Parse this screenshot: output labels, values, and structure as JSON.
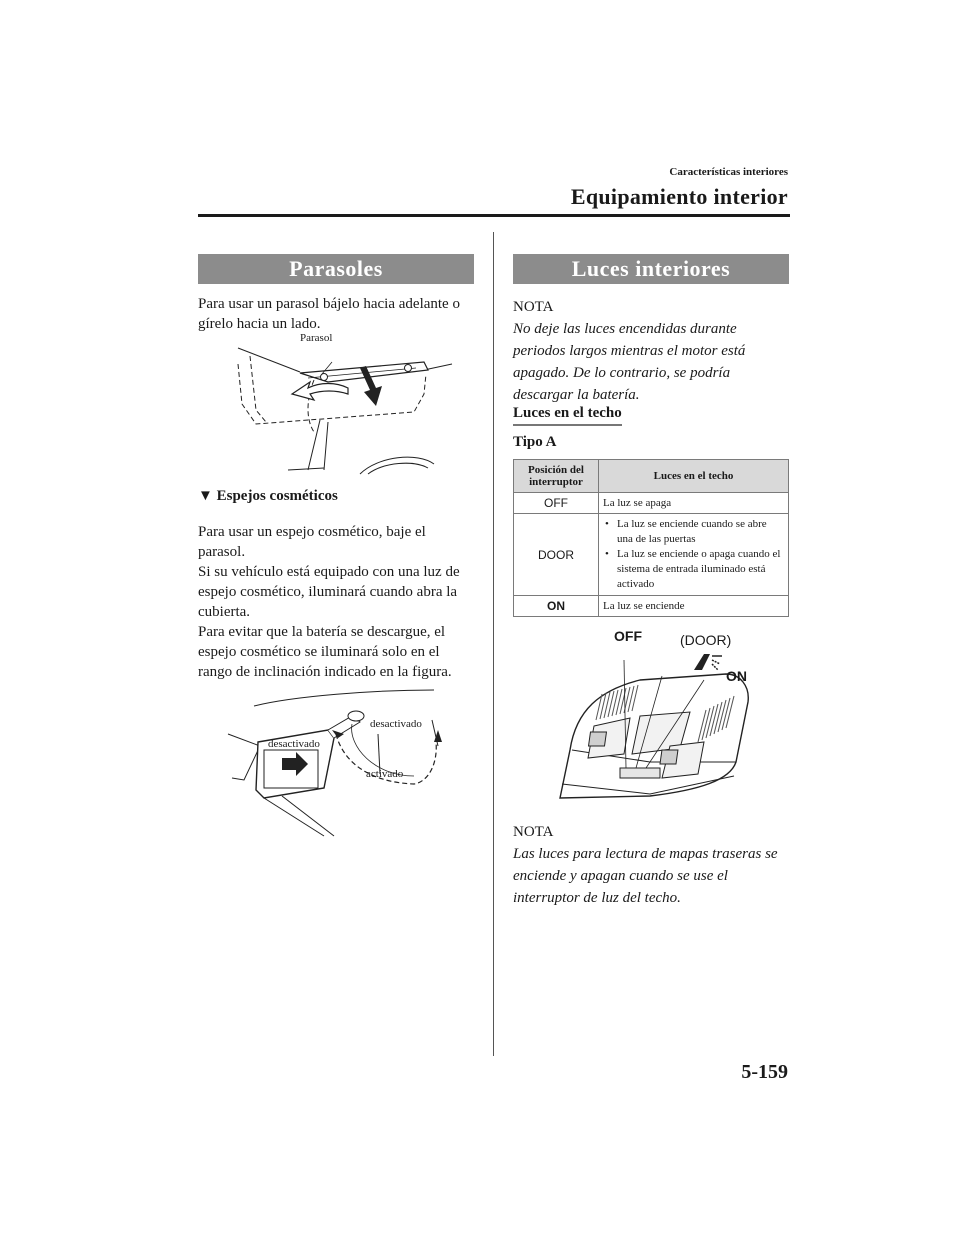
{
  "header": {
    "chapter": "Características interiores",
    "section": "Equipamiento interior"
  },
  "parasoles": {
    "title": "Parasoles",
    "intro": "Para usar un parasol bájelo hacia adelante o gírelo hacia un lado.",
    "figure_label": "Parasol",
    "subheading_marker": "▼",
    "subheading": "Espejos cosméticos",
    "paragraph": "Para usar un espejo cosmético, baje el parasol.\nSi su vehículo está equipado con una luz de espejo cosmético, iluminará cuando abra la cubierta.\nPara evitar que la batería se descargue, el espejo cosmético se iluminará solo en el rango de inclinación indicado en la figura.",
    "mirror_figure": {
      "label_off_left": "desactivado",
      "label_off_right": "desactivado",
      "label_on": "activado"
    }
  },
  "luces": {
    "title": "Luces interiores",
    "note1_label": "NOTA",
    "note1_text": "No deje las luces encendidas durante periodos largos mientras el motor está apagado. De lo contrario, se podría descargar la batería.",
    "subheading": "Luces en el techo",
    "type": "Tipo A",
    "table": {
      "headers": [
        "Posición del interruptor",
        "Luces en el techo"
      ],
      "rows": [
        {
          "position": "OFF",
          "items": [
            "La luz se apaga"
          ]
        },
        {
          "position": "DOOR",
          "items": [
            "La luz se enciende cuando se abre una de las puertas",
            "La luz se enciende o apaga cuando el sistema de entrada iluminado está activado"
          ]
        },
        {
          "position": "ON",
          "items": [
            "La luz se enciende"
          ]
        }
      ]
    },
    "figure": {
      "label_off": "OFF",
      "label_door": "(DOOR)",
      "label_on": "ON"
    },
    "note2_label": "NOTA",
    "note2_text": "Las luces para lectura de mapas traseras se enciende y apagan cuando se use el interruptor de luz del techo."
  },
  "page_number": "5-159"
}
